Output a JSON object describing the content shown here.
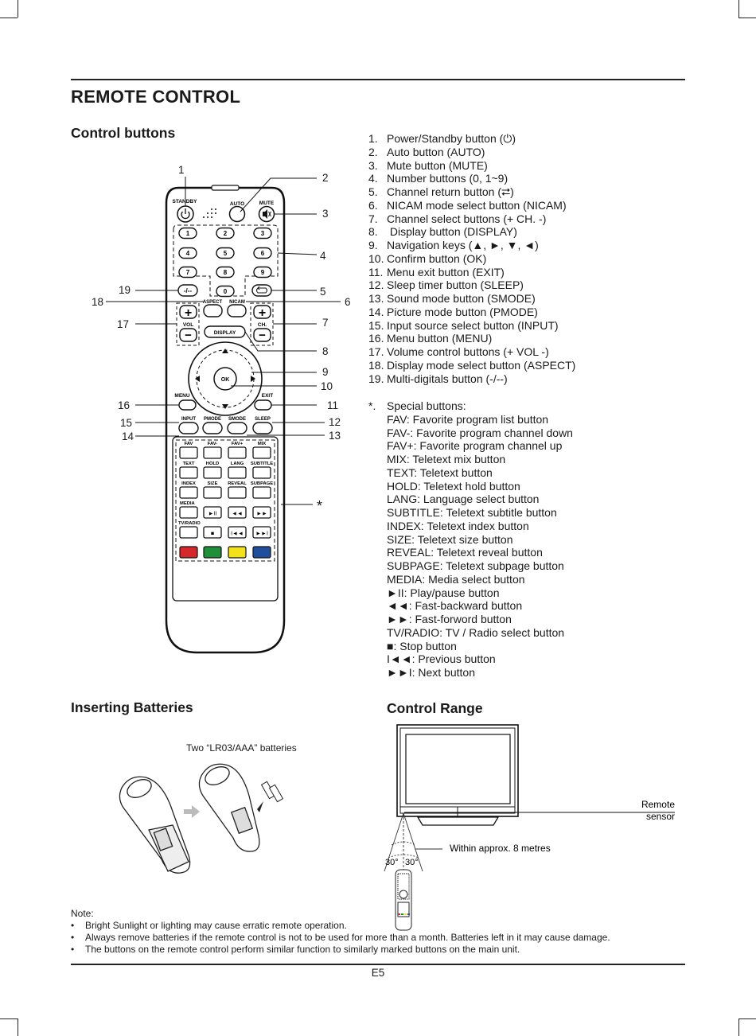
{
  "page": {
    "title": "REMOTE  CONTROL",
    "page_number": "E5"
  },
  "sections": {
    "control_buttons": "Control buttons",
    "inserting_batteries": "Inserting Batteries",
    "control_range": "Control Range"
  },
  "buttons_list": [
    {
      "num": "1.",
      "text": "Power/Standby button (⏻)"
    },
    {
      "num": "2.",
      "text": "Auto button (AUTO)"
    },
    {
      "num": "3.",
      "text": "Mute button (MUTE)"
    },
    {
      "num": "4.",
      "text": "Number buttons (0, 1~9)"
    },
    {
      "num": "5.",
      "text": "Channel return button (⮂)"
    },
    {
      "num": "6.",
      "text": "NICAM mode select button (NICAM)"
    },
    {
      "num": "7.",
      "text": "Channel select buttons (+ CH. -)"
    },
    {
      "num": "8.",
      "text": " Display button (DISPLAY)"
    },
    {
      "num": "9.",
      "text": "Navigation keys (▲, ►, ▼, ◄)"
    },
    {
      "num": "10.",
      "text": "Confirm button (OK)"
    },
    {
      "num": "11.",
      "text": "Menu exit button (EXIT)"
    },
    {
      "num": "12.",
      "text": "Sleep timer button (SLEEP)"
    },
    {
      "num": "13.",
      "text": "Sound mode button (SMODE)"
    },
    {
      "num": "14.",
      "text": "Picture mode button (PMODE)"
    },
    {
      "num": "15.",
      "text": "Input source select button (INPUT)"
    },
    {
      "num": "16.",
      "text": "Menu button (MENU)"
    },
    {
      "num": "17.",
      "text": "Volume control buttons (+ VOL -)"
    },
    {
      "num": "18.",
      "text": "Display mode select button (ASPECT)"
    },
    {
      "num": "19.",
      "text": "Multi-digitals button (-/--)"
    }
  ],
  "special": {
    "marker": "*.",
    "heading": "Special buttons:",
    "items": [
      "FAV: Favorite program list button",
      "FAV-: Favorite program channel down",
      "FAV+: Favorite program channel up",
      "MIX: Teletext mix button",
      "TEXT: Teletext button",
      "HOLD: Teletext hold button",
      "LANG: Language select button",
      "SUBTITLE: Teletext subtitle button",
      "INDEX: Teletext index button",
      "SIZE: Teletext size button",
      "REVEAL: Teletext reveal button",
      "SUBPAGE: Teletext subpage button",
      "MEDIA: Media select button",
      "►II: Play/pause button",
      "◄◄: Fast-backward button",
      "►►: Fast-forword button",
      "TV/RADIO: TV / Radio select button",
      "■:  Stop button",
      "I◄◄: Previous button",
      "►►I: Next button"
    ]
  },
  "remote": {
    "labels": {
      "standby": "STANDBY",
      "auto": "AUTO",
      "mute": "MUTE",
      "aspect": "ASPECT",
      "nicam": "NICAM",
      "vol": "VOL",
      "ch": "CH.",
      "display": "DISPLAY",
      "ok": "OK",
      "menu": "MENU",
      "exit": "EXIT",
      "input": "INPUT",
      "pmode": "PMODE",
      "smode": "SMODE",
      "sleep": "SLEEP",
      "fav": "FAV",
      "fav_minus": "FAV-",
      "fav_plus": "FAV+",
      "mix": "MIX",
      "text": "TEXT",
      "hold": "HOLD",
      "lang": "LANG",
      "subtitle": "SUBTITLE",
      "index": "INDEX",
      "size": "SIZE",
      "reveal": "REVEAL",
      "subpage": "SUBPAGE",
      "media": "MEDIA",
      "tvradio": "TV/RADIO",
      "dash": "-/--",
      "plus": "+",
      "minus": "−"
    },
    "digits": [
      "1",
      "2",
      "3",
      "4",
      "5",
      "6",
      "7",
      "8",
      "9",
      "0"
    ],
    "color_buttons": [
      "#d4282a",
      "#1f8f3a",
      "#f3e21a",
      "#1f4e9c"
    ],
    "callouts": [
      "1",
      "2",
      "3",
      "4",
      "5",
      "6",
      "7",
      "8",
      "9",
      "10",
      "11",
      "12",
      "13",
      "14",
      "15",
      "16",
      "17",
      "18",
      "19",
      "*"
    ]
  },
  "batteries": {
    "caption": "Two “LR03/AAA” batteries"
  },
  "range": {
    "sensor": "Remote\nsensor",
    "sensor_line1": "Remote",
    "sensor_line2": "sensor",
    "distance": "Within approx. 8 metres",
    "angle_left": "30°",
    "angle_right": "30°"
  },
  "notes": {
    "heading": "Note:",
    "items": [
      "Bright Sunlight or lighting may cause erratic remote operation.",
      "Always remove batteries if the remote control is not to be used for more than a month. Batteries left in it may cause damage.",
      "The buttons on the remote control perform similar function to similarly marked buttons on the main unit."
    ]
  }
}
